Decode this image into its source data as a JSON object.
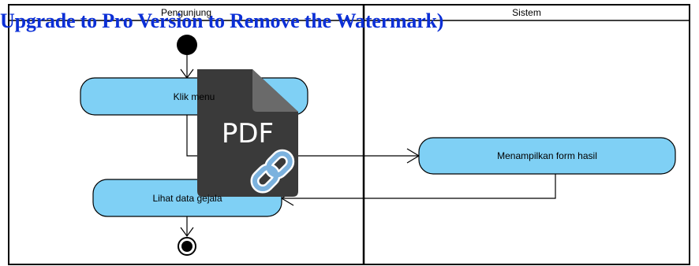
{
  "lanes": [
    {
      "title": "Pengunjung"
    },
    {
      "title": "Sistem"
    }
  ],
  "actions": {
    "klik": "Klik menu",
    "tampil": "Menampilkan form hasil",
    "lihat": "Lihat data gejala"
  },
  "watermark": "Upgrade to Pro Version to Remove the Watermark)",
  "overlay_icon": {
    "text": "PDF",
    "icon": "pdf-link-icon",
    "color": "#3a3a3a"
  },
  "colors": {
    "action_fill": "#7fd0f5",
    "stroke": "#000000",
    "watermark": "#0b2fd6"
  }
}
